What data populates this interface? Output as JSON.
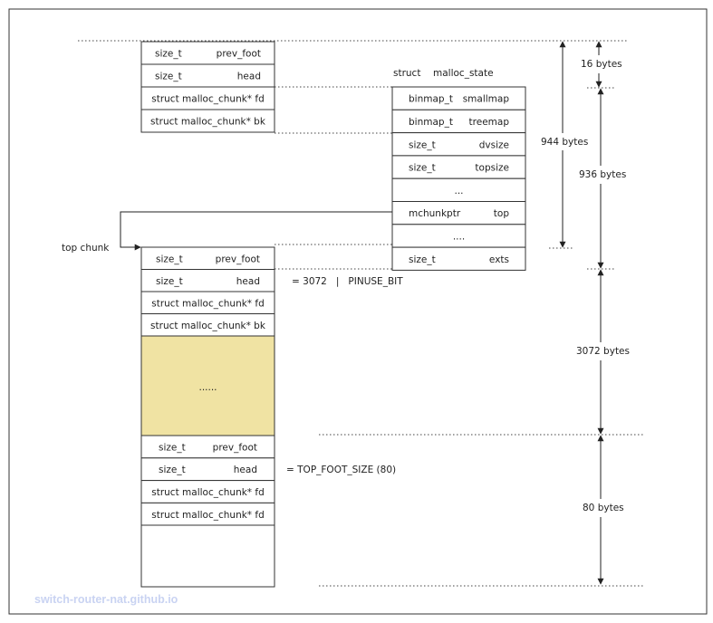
{
  "top_struct": {
    "rows": [
      {
        "type": "size_t",
        "field": "prev_foot"
      },
      {
        "type": "size_t",
        "field": "head"
      },
      {
        "type": "struct malloc_chunk* fd",
        "field": ""
      },
      {
        "type": "struct malloc_chunk* bk",
        "field": ""
      }
    ]
  },
  "malloc_state": {
    "label_keyword": "struct",
    "label_name": "malloc_state",
    "rows": [
      {
        "type": "binmap_t",
        "field": "smallmap"
      },
      {
        "type": "binmap_t",
        "field": "treemap"
      },
      {
        "type": "size_t",
        "field": "dvsize"
      },
      {
        "type": "size_t",
        "field": "topsize"
      },
      {
        "type": "...",
        "field": ""
      },
      {
        "type": "mchunkptr",
        "field": "top"
      },
      {
        "type": "....",
        "field": ""
      },
      {
        "type": "size_t",
        "field": "exts"
      }
    ]
  },
  "top_chunk": {
    "label": "top chunk",
    "rows": [
      {
        "type": "size_t",
        "field": "prev_foot"
      },
      {
        "type": "size_t",
        "field": "head"
      },
      {
        "type": "struct malloc_chunk* fd",
        "field": ""
      },
      {
        "type": "struct malloc_chunk* bk",
        "field": ""
      }
    ],
    "body_text": "......",
    "body_color": "#f0e3a3",
    "head_note": "= 3072   |   PINUSE_BIT"
  },
  "footer_chunk": {
    "rows": [
      {
        "type": "size_t",
        "field": "prev_foot"
      },
      {
        "type": "size_t",
        "field": "head"
      },
      {
        "type": "struct malloc_chunk* fd",
        "field": ""
      },
      {
        "type": "struct malloc_chunk* fd",
        "field": ""
      }
    ],
    "head_note": "= TOP_FOOT_SIZE (80)"
  },
  "dimensions": {
    "bytes_16": "16 bytes",
    "bytes_944": "944 bytes",
    "bytes_936": "936 bytes",
    "bytes_3072": "3072 bytes",
    "bytes_80": "80 bytes"
  },
  "watermark": "switch-router-nat.github.io"
}
